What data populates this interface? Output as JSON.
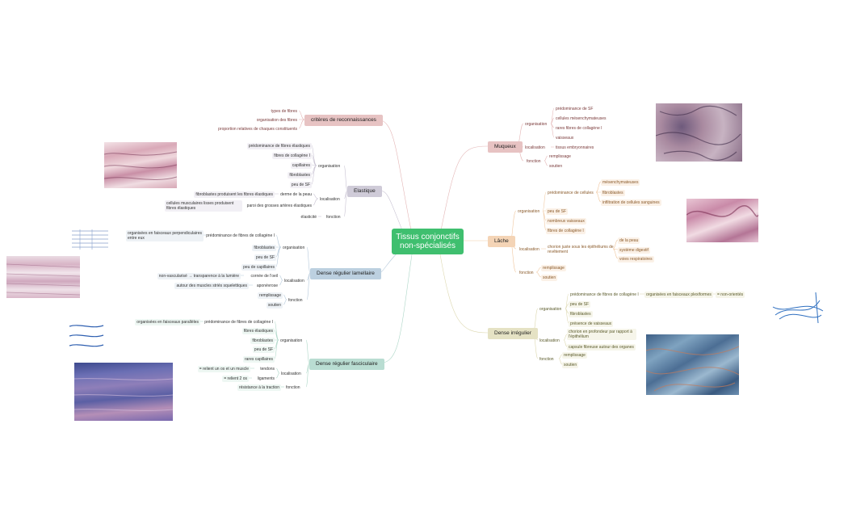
{
  "root": {
    "line1": "Tissus conjonctifs",
    "line2": "non-spécialisés"
  },
  "colors": {
    "root": "#3fbf6f",
    "red": "#e7c3c3",
    "purple": "#cfcbd8",
    "blue": "#bcd0e0",
    "teal": "#b9ddd2",
    "peach": "#f4d4b6",
    "olive": "#e5e2c4"
  },
  "criteres": {
    "title": "critères de reconnaissances",
    "items": [
      "types de fibres",
      "organisation des fibres",
      "proportion relatives de chaques constituents"
    ]
  },
  "elastique": {
    "title": "Elastique",
    "organisation": {
      "label": "organisation",
      "items": [
        "prédominance de fibres élastiques",
        "fibres de collagène I",
        "capillaires",
        "fibroblastes",
        "peu de SF"
      ]
    },
    "localisation": {
      "label": "localisation",
      "items": [
        {
          "label": "derme de la peau",
          "sub": "fibroblastes produisent les fibres élastiques"
        },
        {
          "label": "paroi des grosses artères élastiques",
          "sub": "cellules musculaires lisses produisent fibres élastiques"
        }
      ]
    },
    "fonction": {
      "label": "fonction",
      "item": "élasticité"
    }
  },
  "lamellaire": {
    "title": "Dense régulier lamellaire",
    "organisation": {
      "label": "organisation",
      "first": "prédominance de fibres de collagène I",
      "first_sub": "organisées en faisceaux perpendiculaires entre eux",
      "items": [
        "fibroblastes",
        "peu de SF",
        "peu de capillaires"
      ]
    },
    "localisation": {
      "label": "localisation",
      "items": [
        {
          "label": "cornée de l'oeil",
          "sub": "non-vascularisé → transparence à la lumière"
        },
        {
          "label": "aponévrose",
          "sub": "autour des muscles striés squelettiques"
        }
      ]
    },
    "fonction": {
      "label": "fonction",
      "items": [
        "remplissage",
        "soutien"
      ]
    }
  },
  "fasciculaire": {
    "title": "Dense régulier fasciculaire",
    "organisation": {
      "label": "organisation",
      "first": "prédominance de fibres de collagène I",
      "first_sub": "organisées en faisceaux parallèles",
      "items": [
        "fibres élastiques",
        "fibroblastes",
        "peu de SF",
        "rares capillaires"
      ]
    },
    "localisation": {
      "label": "localisation",
      "items": [
        {
          "label": "tendons",
          "sub": "= relient un os et un muscle"
        },
        {
          "label": "ligaments",
          "sub": "= relient 2 os"
        }
      ]
    },
    "fonction": {
      "label": "fonction",
      "item": "résistance à la traction"
    }
  },
  "muqueux": {
    "title": "Muqueux",
    "organisation": {
      "label": "organisation",
      "items": [
        "prédominance de SF",
        "cellules mésenchymateuses",
        "rares fibres de collagène I",
        "vaisseaux"
      ]
    },
    "localisation": {
      "label": "localisation",
      "item": "tissus embryonnaires"
    },
    "fonction": {
      "label": "fonction",
      "items": [
        "remplissage",
        "soutien"
      ]
    }
  },
  "lache": {
    "title": "Lâche",
    "organisation": {
      "label": "organisation",
      "cells": "prédominance de cellules",
      "cells_sub": [
        "mésenchymateuses",
        "fibroblastes",
        "infiltration de cellules sanguines"
      ],
      "items": [
        "peu de SF",
        "nombreux vaisseaux",
        "fibres de collagène I"
      ]
    },
    "localisation": {
      "label": "localisation",
      "item": "chorion juste sous les épithéliums de revêtement",
      "sub": [
        "de la peau",
        "système digestif",
        "voies respiratoires"
      ]
    },
    "fonction": {
      "label": "fonction",
      "items": [
        "remplissage",
        "soutien"
      ]
    }
  },
  "irregulier": {
    "title": "Dense irrégulier",
    "organisation": {
      "label": "organisation",
      "first": "prédominance de fibres de collagène I",
      "first_sub": "organisées en faisceaux plexiformes",
      "first_sub2": "= non-orientés",
      "items": [
        "peu de SF",
        "fibroblastes",
        "présence de vaisseaux"
      ]
    },
    "localisation": {
      "label": "localisation",
      "items": [
        "chorion en profondeur par rapport à l'épithélium",
        "capsule fibreuse autour des organes"
      ]
    },
    "fonction": {
      "label": "fonction",
      "items": [
        "remplissage",
        "soutien"
      ]
    }
  }
}
